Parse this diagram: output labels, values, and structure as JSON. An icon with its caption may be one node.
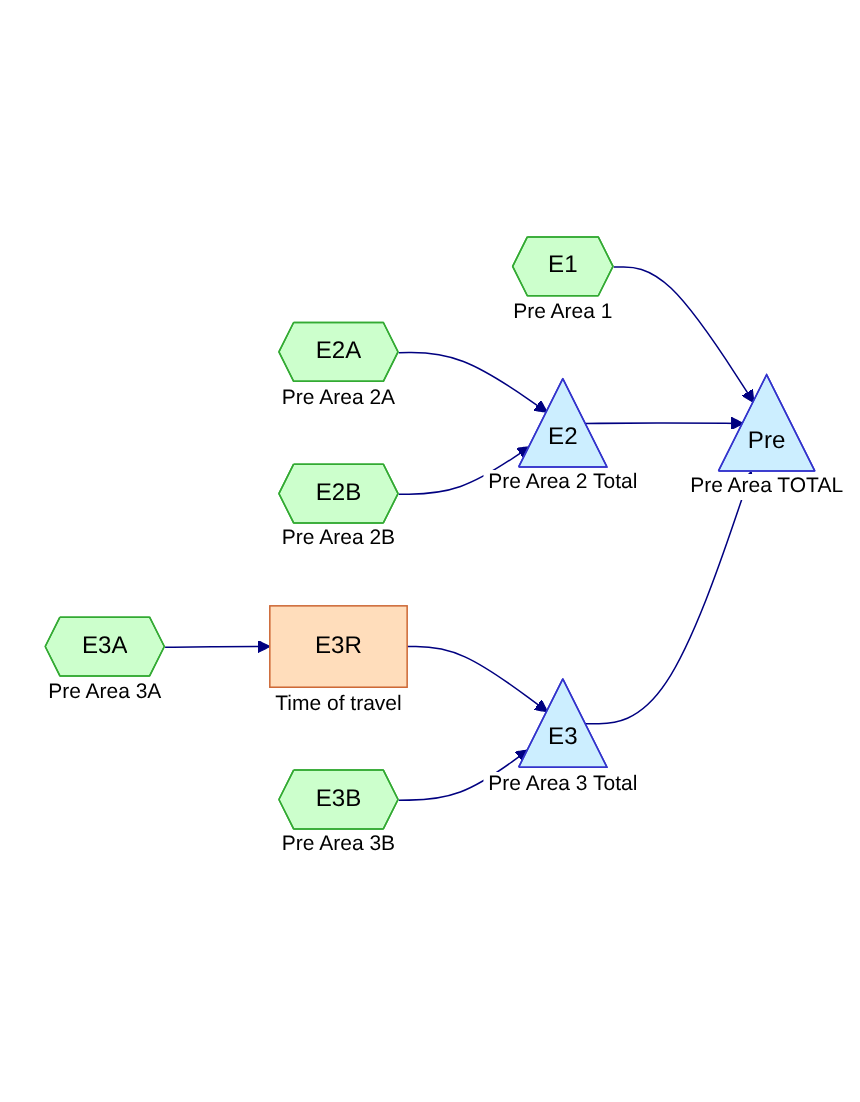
{
  "diagram": {
    "nodes": [
      {
        "text": [
          "E1"
        ],
        "beside": [
          "Pre Area 1"
        ]
      },
      {
        "text": [
          "E2A"
        ],
        "beside": [
          "Pre Area 2A"
        ]
      },
      {
        "text": [
          "E2B"
        ],
        "beside": [
          "Pre Area 2B"
        ]
      },
      {
        "text": [
          "E2"
        ],
        "beside": [
          "Pre Area 2 Total"
        ]
      },
      {
        "text": [
          "Pre"
        ],
        "beside": [
          "Pre Area TOTAL"
        ]
      },
      {
        "text": [
          "E3A"
        ],
        "beside": [
          "Pre Area 3A"
        ]
      },
      {
        "text": [
          "E3R"
        ],
        "beside": [
          "Time of travel"
        ]
      },
      {
        "text": [
          "E3"
        ],
        "beside": [
          "Pre Area 3 Total"
        ]
      },
      {
        "text": [
          "E3B"
        ],
        "beside": [
          "Pre Area 3B"
        ]
      }
    ],
    "edges": [
      {
        "from": 0,
        "to": 4,
        "arrow": "to"
      },
      {
        "from": 1,
        "to": 3,
        "arrow": "to"
      },
      {
        "from": 2,
        "to": 3,
        "arrow": "to"
      },
      {
        "from": 3,
        "to": 4,
        "arrow": "to"
      },
      {
        "from": 5,
        "to": 6,
        "arrow": "to"
      },
      {
        "from": 6,
        "to": 7,
        "arrow": "to"
      },
      {
        "from": 8,
        "to": 7,
        "arrow": "to"
      },
      {
        "from": 7,
        "to": 4,
        "arrow": "to"
      }
    ]
  }
}
